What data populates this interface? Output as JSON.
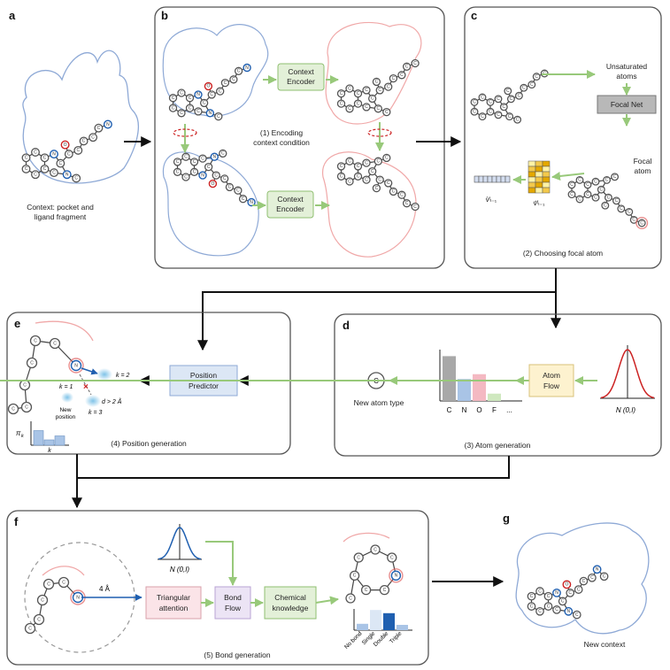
{
  "panels": {
    "a": {
      "label": "a",
      "caption_line1": "Context: pocket and",
      "caption_line2": "ligand fragment"
    },
    "b": {
      "label": "b",
      "encoder_top": [
        "Context",
        "Encoder"
      ],
      "encoder_bottom": [
        "Context",
        "Encoder"
      ],
      "caption_line1": "(1) Encoding",
      "caption_line2": "context condition"
    },
    "c": {
      "label": "c",
      "unsat_line1": "Unsaturated",
      "unsat_line2": "atoms",
      "focal_net": "Focal Net",
      "focal_atom_line1": "Focal",
      "focal_atom_line2": "atom",
      "vec1": "v̂ᶠₗ₋₁",
      "vec2": "v⃗ᶠₗ₋₁",
      "caption": "(2) Choosing focal atom"
    },
    "d": {
      "label": "d",
      "atom_flow": [
        "Atom",
        "Flow"
      ],
      "normal": "N (0,I)",
      "new_atom_symbol": "C",
      "new_atom_label": "New atom type",
      "bar_categories": [
        "C",
        "N",
        "O",
        "F",
        "..."
      ],
      "caption": "(3) Atom generation"
    },
    "e": {
      "label": "e",
      "position_predictor": [
        "Position",
        "Predictor"
      ],
      "k1": "k = 1",
      "k2": "k = 2",
      "k3": "k = 3",
      "new_position": [
        "New",
        "position"
      ],
      "distance": "d > 2 Å",
      "pi": "π",
      "pi_sub": "k",
      "hist_axis": "k",
      "caption": "(4) Position generation"
    },
    "f": {
      "label": "f",
      "normal": "N (0,I)",
      "distance": "4 Å",
      "triangular": [
        "Triangular",
        "attention"
      ],
      "bond_flow": [
        "Bond",
        "Flow"
      ],
      "chemical": [
        "Chemical",
        "knowledge"
      ],
      "bond_types": [
        "No bond",
        "Single",
        "Double",
        "Triple"
      ],
      "caption": "(5) Bond generation"
    },
    "g": {
      "label": "g",
      "caption": "New context"
    }
  },
  "atoms": {
    "carbon": "C",
    "nitrogen": "N",
    "oxygen": "O"
  },
  "colors": {
    "pocket_blue": "#8ea9d6",
    "pocket_red": "#f0a8a8",
    "arrow_green": "#98c97a",
    "encoder_fill": "#e3f0d8",
    "encoder_stroke": "#8fbf70",
    "focal_net_fill": "#b8b8b8",
    "atom_flow_fill": "#fdf2cf",
    "position_fill": "#dce7f5",
    "triangular_fill": "#fbe4e8",
    "bondflow_fill": "#ece4f5",
    "chemical_fill": "#e3f0d8",
    "panel_stroke": "#555555",
    "focal_red": "#e06060",
    "nitrogen_blue": "#1f5fb0",
    "oxygen_red": "#cc2222"
  },
  "bar_levels": {
    "atom_types": [
      0.92,
      0.45,
      0.55,
      0.15,
      0.0
    ],
    "position_hist": [
      0.55,
      0.2,
      0.35
    ],
    "bond_types": [
      0.3,
      0.95,
      0.8,
      0.25
    ]
  }
}
